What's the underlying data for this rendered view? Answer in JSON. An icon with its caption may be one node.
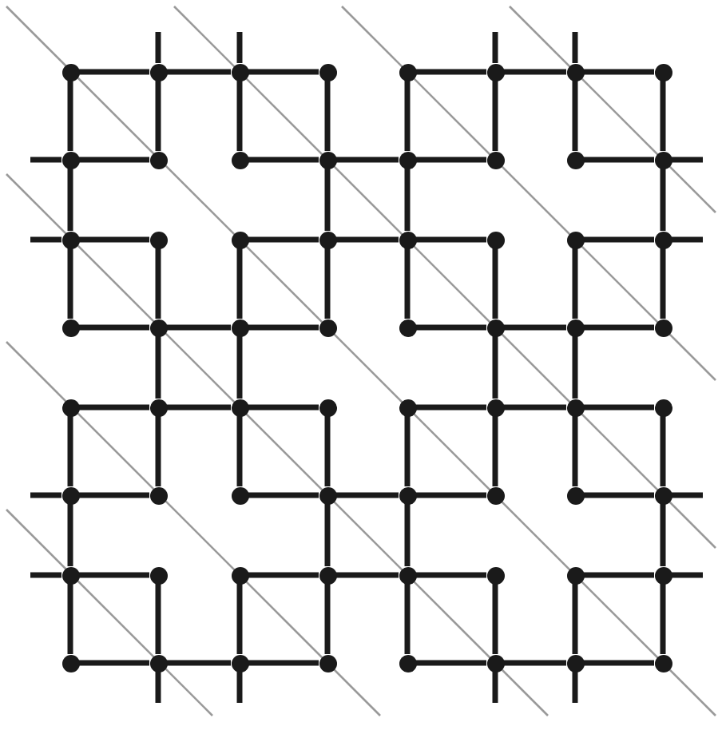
{
  "diagram": {
    "nodes": [
      {
        "text": [],
        "shape": "circle"
      },
      {
        "text": [],
        "shape": "circle"
      },
      {
        "text": [],
        "shape": "circle"
      },
      {
        "text": [],
        "shape": "circle"
      },
      {
        "text": [],
        "shape": "circle"
      },
      {
        "text": [],
        "shape": "circle"
      },
      {
        "text": [],
        "shape": "circle"
      },
      {
        "text": [],
        "shape": "circle"
      },
      {
        "text": [],
        "shape": "circle"
      },
      {
        "text": [],
        "shape": "circle"
      },
      {
        "text": [],
        "shape": "circle"
      },
      {
        "text": [],
        "shape": "circle"
      },
      {
        "text": [],
        "shape": "circle"
      },
      {
        "text": [],
        "shape": "circle"
      },
      {
        "text": [],
        "shape": "circle"
      },
      {
        "text": [],
        "shape": "circle"
      },
      {
        "text": [],
        "shape": "circle"
      },
      {
        "text": [],
        "shape": "circle"
      },
      {
        "text": [],
        "shape": "circle"
      },
      {
        "text": [],
        "shape": "circle"
      },
      {
        "text": [],
        "shape": "circle"
      },
      {
        "text": [],
        "shape": "circle"
      },
      {
        "text": [],
        "shape": "circle"
      },
      {
        "text": [],
        "shape": "circle"
      },
      {
        "text": [],
        "shape": "circle"
      },
      {
        "text": [],
        "shape": "circle"
      },
      {
        "text": [],
        "shape": "circle"
      },
      {
        "text": [],
        "shape": "circle"
      },
      {
        "text": [],
        "shape": "circle"
      },
      {
        "text": [],
        "shape": "circle"
      },
      {
        "text": [],
        "shape": "circle"
      },
      {
        "text": [],
        "shape": "circle"
      },
      {
        "text": [],
        "shape": "circle"
      },
      {
        "text": [],
        "shape": "circle"
      },
      {
        "text": [],
        "shape": "circle"
      },
      {
        "text": [],
        "shape": "circle"
      },
      {
        "text": [],
        "shape": "circle"
      },
      {
        "text": [],
        "shape": "circle"
      },
      {
        "text": [],
        "shape": "circle"
      },
      {
        "text": [],
        "shape": "circle"
      },
      {
        "text": [],
        "shape": "circle"
      },
      {
        "text": [],
        "shape": "circle"
      },
      {
        "text": [],
        "shape": "circle"
      },
      {
        "text": [],
        "shape": "circle"
      },
      {
        "text": [],
        "shape": "circle"
      },
      {
        "text": [],
        "shape": "circle"
      },
      {
        "text": [],
        "shape": "circle"
      },
      {
        "text": [],
        "shape": "circle"
      },
      {
        "text": [],
        "shape": "circle"
      },
      {
        "text": [],
        "shape": "circle"
      },
      {
        "text": [],
        "shape": "circle"
      },
      {
        "text": [],
        "shape": "circle"
      },
      {
        "text": [],
        "shape": "circle"
      },
      {
        "text": [],
        "shape": "circle"
      },
      {
        "text": [],
        "shape": "circle"
      },
      {
        "text": [],
        "shape": "circle"
      },
      {
        "text": [],
        "shape": "circle"
      },
      {
        "text": [],
        "shape": "circle"
      },
      {
        "text": [],
        "shape": "circle"
      },
      {
        "text": [],
        "shape": "circle"
      },
      {
        "text": [],
        "shape": "circle"
      },
      {
        "text": [],
        "shape": "circle"
      },
      {
        "text": [],
        "shape": "circle"
      },
      {
        "text": [],
        "shape": "circle"
      }
    ],
    "edges": [
      {
        "from": 0,
        "to": 1,
        "arrow": "none"
      },
      {
        "from": 1,
        "to": 2,
        "arrow": "none"
      },
      {
        "from": 2,
        "to": 3,
        "arrow": "none"
      },
      {
        "from": 4,
        "to": 5,
        "arrow": "none"
      },
      {
        "from": 5,
        "to": 6,
        "arrow": "none"
      },
      {
        "from": 6,
        "to": 7,
        "arrow": "none"
      },
      {
        "from": 8,
        "to": 9,
        "arrow": "none"
      },
      {
        "from": 10,
        "to": 11,
        "arrow": "none"
      },
      {
        "from": 11,
        "to": 12,
        "arrow": "none"
      },
      {
        "from": 12,
        "to": 13,
        "arrow": "none"
      },
      {
        "from": 14,
        "to": 15,
        "arrow": "none"
      },
      {
        "from": 16,
        "to": 17,
        "arrow": "none"
      },
      {
        "from": 18,
        "to": 19,
        "arrow": "none"
      },
      {
        "from": 19,
        "to": 20,
        "arrow": "none"
      },
      {
        "from": 20,
        "to": 21,
        "arrow": "none"
      },
      {
        "from": 22,
        "to": 23,
        "arrow": "none"
      },
      {
        "from": 24,
        "to": 25,
        "arrow": "none"
      },
      {
        "from": 25,
        "to": 26,
        "arrow": "none"
      },
      {
        "from": 26,
        "to": 27,
        "arrow": "none"
      },
      {
        "from": 28,
        "to": 29,
        "arrow": "none"
      },
      {
        "from": 29,
        "to": 30,
        "arrow": "none"
      },
      {
        "from": 30,
        "to": 31,
        "arrow": "none"
      },
      {
        "from": 32,
        "to": 33,
        "arrow": "none"
      },
      {
        "from": 33,
        "to": 34,
        "arrow": "none"
      },
      {
        "from": 34,
        "to": 35,
        "arrow": "none"
      },
      {
        "from": 36,
        "to": 37,
        "arrow": "none"
      },
      {
        "from": 37,
        "to": 38,
        "arrow": "none"
      },
      {
        "from": 38,
        "to": 39,
        "arrow": "none"
      },
      {
        "from": 40,
        "to": 41,
        "arrow": "none"
      },
      {
        "from": 42,
        "to": 43,
        "arrow": "none"
      },
      {
        "from": 43,
        "to": 44,
        "arrow": "none"
      },
      {
        "from": 44,
        "to": 45,
        "arrow": "none"
      },
      {
        "from": 46,
        "to": 47,
        "arrow": "none"
      },
      {
        "from": 48,
        "to": 49,
        "arrow": "none"
      },
      {
        "from": 50,
        "to": 51,
        "arrow": "none"
      },
      {
        "from": 51,
        "to": 52,
        "arrow": "none"
      },
      {
        "from": 52,
        "to": 53,
        "arrow": "none"
      },
      {
        "from": 54,
        "to": 55,
        "arrow": "none"
      },
      {
        "from": 56,
        "to": 57,
        "arrow": "none"
      },
      {
        "from": 57,
        "to": 58,
        "arrow": "none"
      },
      {
        "from": 58,
        "to": 59,
        "arrow": "none"
      },
      {
        "from": 60,
        "to": 61,
        "arrow": "none"
      },
      {
        "from": 61,
        "to": 62,
        "arrow": "none"
      },
      {
        "from": 62,
        "to": 63,
        "arrow": "none"
      },
      {
        "from": 0,
        "to": 8,
        "arrow": "none"
      },
      {
        "from": 8,
        "to": 16,
        "arrow": "none"
      },
      {
        "from": 16,
        "to": 24,
        "arrow": "none"
      },
      {
        "from": 32,
        "to": 40,
        "arrow": "none"
      },
      {
        "from": 40,
        "to": 48,
        "arrow": "none"
      },
      {
        "from": 48,
        "to": 56,
        "arrow": "none"
      },
      {
        "from": 3,
        "to": 11,
        "arrow": "none"
      },
      {
        "from": 11,
        "to": 19,
        "arrow": "none"
      },
      {
        "from": 19,
        "to": 27,
        "arrow": "none"
      },
      {
        "from": 35,
        "to": 43,
        "arrow": "none"
      },
      {
        "from": 43,
        "to": 51,
        "arrow": "none"
      },
      {
        "from": 51,
        "to": 59,
        "arrow": "none"
      },
      {
        "from": 4,
        "to": 12,
        "arrow": "none"
      },
      {
        "from": 12,
        "to": 20,
        "arrow": "none"
      },
      {
        "from": 20,
        "to": 28,
        "arrow": "none"
      },
      {
        "from": 36,
        "to": 44,
        "arrow": "none"
      },
      {
        "from": 44,
        "to": 52,
        "arrow": "none"
      },
      {
        "from": 52,
        "to": 60,
        "arrow": "none"
      },
      {
        "from": 7,
        "to": 15,
        "arrow": "none"
      },
      {
        "from": 15,
        "to": 23,
        "arrow": "none"
      },
      {
        "from": 23,
        "to": 31,
        "arrow": "none"
      },
      {
        "from": 39,
        "to": 47,
        "arrow": "none"
      },
      {
        "from": 47,
        "to": 55,
        "arrow": "none"
      },
      {
        "from": 55,
        "to": 63,
        "arrow": "none"
      },
      {
        "from": 1,
        "to": 9,
        "arrow": "none"
      },
      {
        "from": 17,
        "to": 25,
        "arrow": "none"
      },
      {
        "from": 25,
        "to": 33,
        "arrow": "none"
      },
      {
        "from": 33,
        "to": 41,
        "arrow": "none"
      },
      {
        "from": 49,
        "to": 57,
        "arrow": "none"
      },
      {
        "from": 2,
        "to": 10,
        "arrow": "none"
      },
      {
        "from": 18,
        "to": 26,
        "arrow": "none"
      },
      {
        "from": 26,
        "to": 34,
        "arrow": "none"
      },
      {
        "from": 34,
        "to": 42,
        "arrow": "none"
      },
      {
        "from": 50,
        "to": 58,
        "arrow": "none"
      },
      {
        "from": 5,
        "to": 13,
        "arrow": "none"
      },
      {
        "from": 21,
        "to": 29,
        "arrow": "none"
      },
      {
        "from": 29,
        "to": 37,
        "arrow": "none"
      },
      {
        "from": 37,
        "to": 45,
        "arrow": "none"
      },
      {
        "from": 53,
        "to": 61,
        "arrow": "none"
      },
      {
        "from": 6,
        "to": 14,
        "arrow": "none"
      },
      {
        "from": 22,
        "to": 30,
        "arrow": "none"
      },
      {
        "from": 30,
        "to": 38,
        "arrow": "none"
      },
      {
        "from": 38,
        "to": 46,
        "arrow": "none"
      },
      {
        "from": 54,
        "to": 62,
        "arrow": "none"
      },
      {
        "from": 8,
        "to": null,
        "arrow": "none"
      },
      {
        "from": 16,
        "to": null,
        "arrow": "none"
      },
      {
        "from": 40,
        "to": null,
        "arrow": "none"
      },
      {
        "from": 48,
        "to": null,
        "arrow": "none"
      },
      {
        "from": 15,
        "to": null,
        "arrow": "none"
      },
      {
        "from": 23,
        "to": null,
        "arrow": "none"
      },
      {
        "from": 47,
        "to": null,
        "arrow": "none"
      },
      {
        "from": 55,
        "to": null,
        "arrow": "none"
      },
      {
        "from": 1,
        "to": null,
        "arrow": "none"
      },
      {
        "from": 2,
        "to": null,
        "arrow": "none"
      },
      {
        "from": 5,
        "to": null,
        "arrow": "none"
      },
      {
        "from": 6,
        "to": null,
        "arrow": "none"
      },
      {
        "from": 57,
        "to": null,
        "arrow": "none"
      },
      {
        "from": 58,
        "to": null,
        "arrow": "none"
      },
      {
        "from": 61,
        "to": null,
        "arrow": "none"
      },
      {
        "from": 62,
        "to": null,
        "arrow": "none"
      }
    ]
  }
}
